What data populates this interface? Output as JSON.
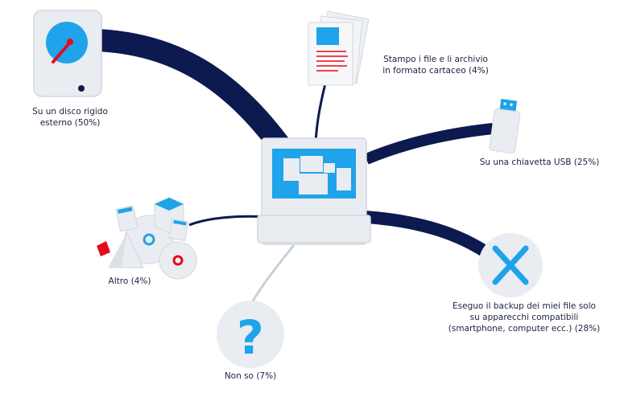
{
  "colors": {
    "navy": "#0d1a4f",
    "line_gray": "#c9cfd8",
    "device_gray": "#e9ecf0",
    "device_border": "#d3d8de",
    "accent_blue": "#1fa3ea",
    "accent_red": "#e30b1c"
  },
  "chart_data": {
    "type": "diagram",
    "items": [
      {
        "label_lines": [
          "Su un disco rigido",
          "esterno (50%)"
        ],
        "value": 50,
        "icon": "hard-disk-icon"
      },
      {
        "label_lines": [
          "Stampo i file e li archivio",
          "in formato cartaceo (4%)"
        ],
        "value": 4,
        "icon": "printed-documents-icon"
      },
      {
        "label_lines": [
          "Su una chiavetta USB (25%)"
        ],
        "value": 25,
        "icon": "usb-stick-icon"
      },
      {
        "label_lines": [
          "Eseguo il backup dei miei file solo",
          "su apparecchi compatibili",
          "(smartphone, computer ecc.) (28%)"
        ],
        "value": 28,
        "icon": "close-icon"
      },
      {
        "label_lines": [
          "Non so (7%)"
        ],
        "value": 7,
        "icon": "question-mark-icon"
      },
      {
        "label_lines": [
          "Altro (4%)"
        ],
        "value": 4,
        "icon": "misc-media-icon"
      }
    ]
  }
}
